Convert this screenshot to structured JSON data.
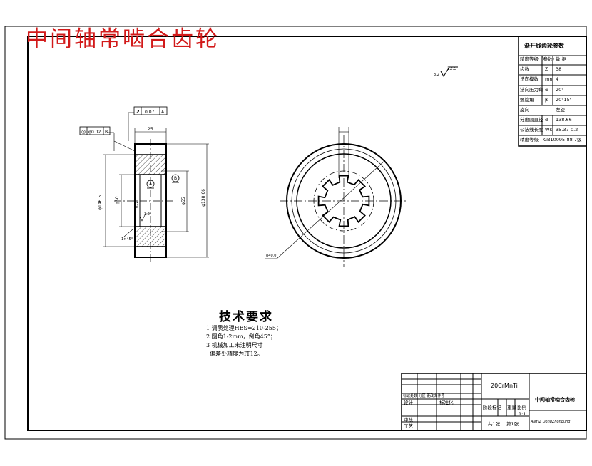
{
  "title": "中间轴常啮合齿轮",
  "param_table": {
    "title": "渐开线齿轮参数",
    "rows": [
      {
        "label": "精度等级（参数）",
        "sym": "",
        "val": "数 据"
      },
      {
        "label": "齿数",
        "sym": "Z",
        "val": "38"
      },
      {
        "label": "法向模数",
        "sym": "mn",
        "val": "4"
      },
      {
        "label": "法向压力角",
        "sym": "α",
        "val": "20°"
      },
      {
        "label": "螺旋角",
        "sym": "β",
        "val": "20°15'"
      },
      {
        "label": "旋向",
        "sym": "",
        "val": "左旋"
      },
      {
        "label": "分度圆直径",
        "sym": "d",
        "val": "138.66"
      },
      {
        "label": "公法线长度",
        "sym": "Wk",
        "val": "35.37-0.2"
      },
      {
        "label": "精度等级",
        "sym": "",
        "val": "GB10095-88 7级"
      }
    ]
  },
  "roughness": {
    "main": "12.5",
    "other": "3.2"
  },
  "tolerance_runout": {
    "symbol": "↗",
    "value": "0.07",
    "datum": "A"
  },
  "tolerance_face": {
    "symbol": "◎",
    "value": "φ0.02",
    "datum": "B"
  },
  "dims": {
    "width": "25",
    "bore": "φ30",
    "hub": "φ55",
    "spline": "φ52",
    "outer": "φ138.66",
    "tip": "φ146.5",
    "chamfer": "1×45°",
    "leader": "φ40.0"
  },
  "datum_a": "A",
  "datum_b": "B",
  "tech": {
    "title": "技术要求",
    "lines": [
      "1 调质处理HBS=210-255；",
      "2 圆角1-2mm，倒角45°；",
      "3 机械加工未注明尺寸",
      "  偏差处精度为IT12。"
    ]
  },
  "title_block": {
    "material": "20CrMnTi",
    "part_name": "中间轴常啮合齿轮",
    "mark_count": "标记处数 分区 更改文件号",
    "designer": "设计",
    "standardize": "标准化",
    "review": "审核",
    "process": "工艺",
    "stage": "阶段标记",
    "weight": "重量",
    "scale": "比例",
    "scale_val": "1:1",
    "sheets": "共1张",
    "sheet_no": "第1张",
    "school": "ANYIZ DongZhongung"
  }
}
